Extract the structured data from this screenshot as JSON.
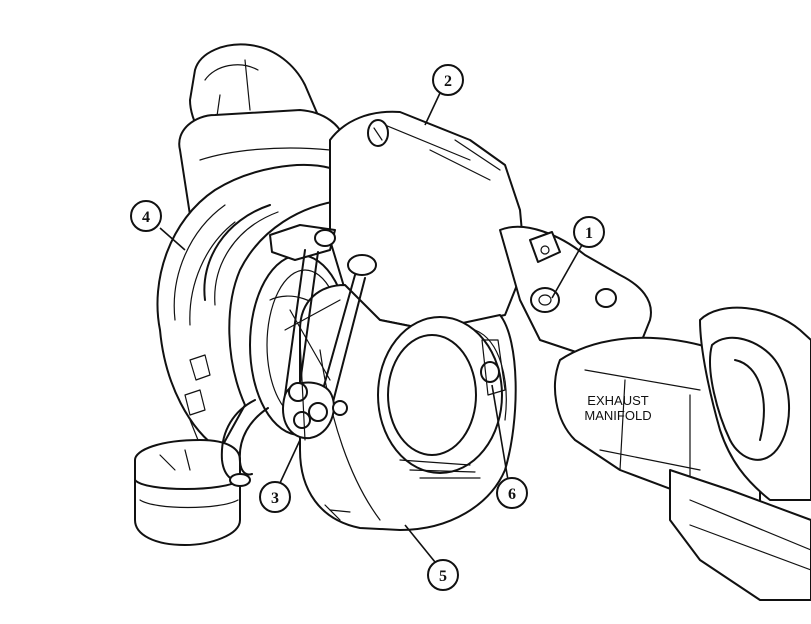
{
  "callouts": [
    {
      "id": "1",
      "label": "1"
    },
    {
      "id": "2",
      "label": "2"
    },
    {
      "id": "3",
      "label": "3"
    },
    {
      "id": "4",
      "label": "4"
    },
    {
      "id": "5",
      "label": "5"
    },
    {
      "id": "6",
      "label": "6"
    }
  ],
  "manifold_label": {
    "line1": "EXHAUST",
    "line2": "MANIFOLD"
  },
  "colors": {
    "line": "#111111",
    "background": "#ffffff"
  }
}
